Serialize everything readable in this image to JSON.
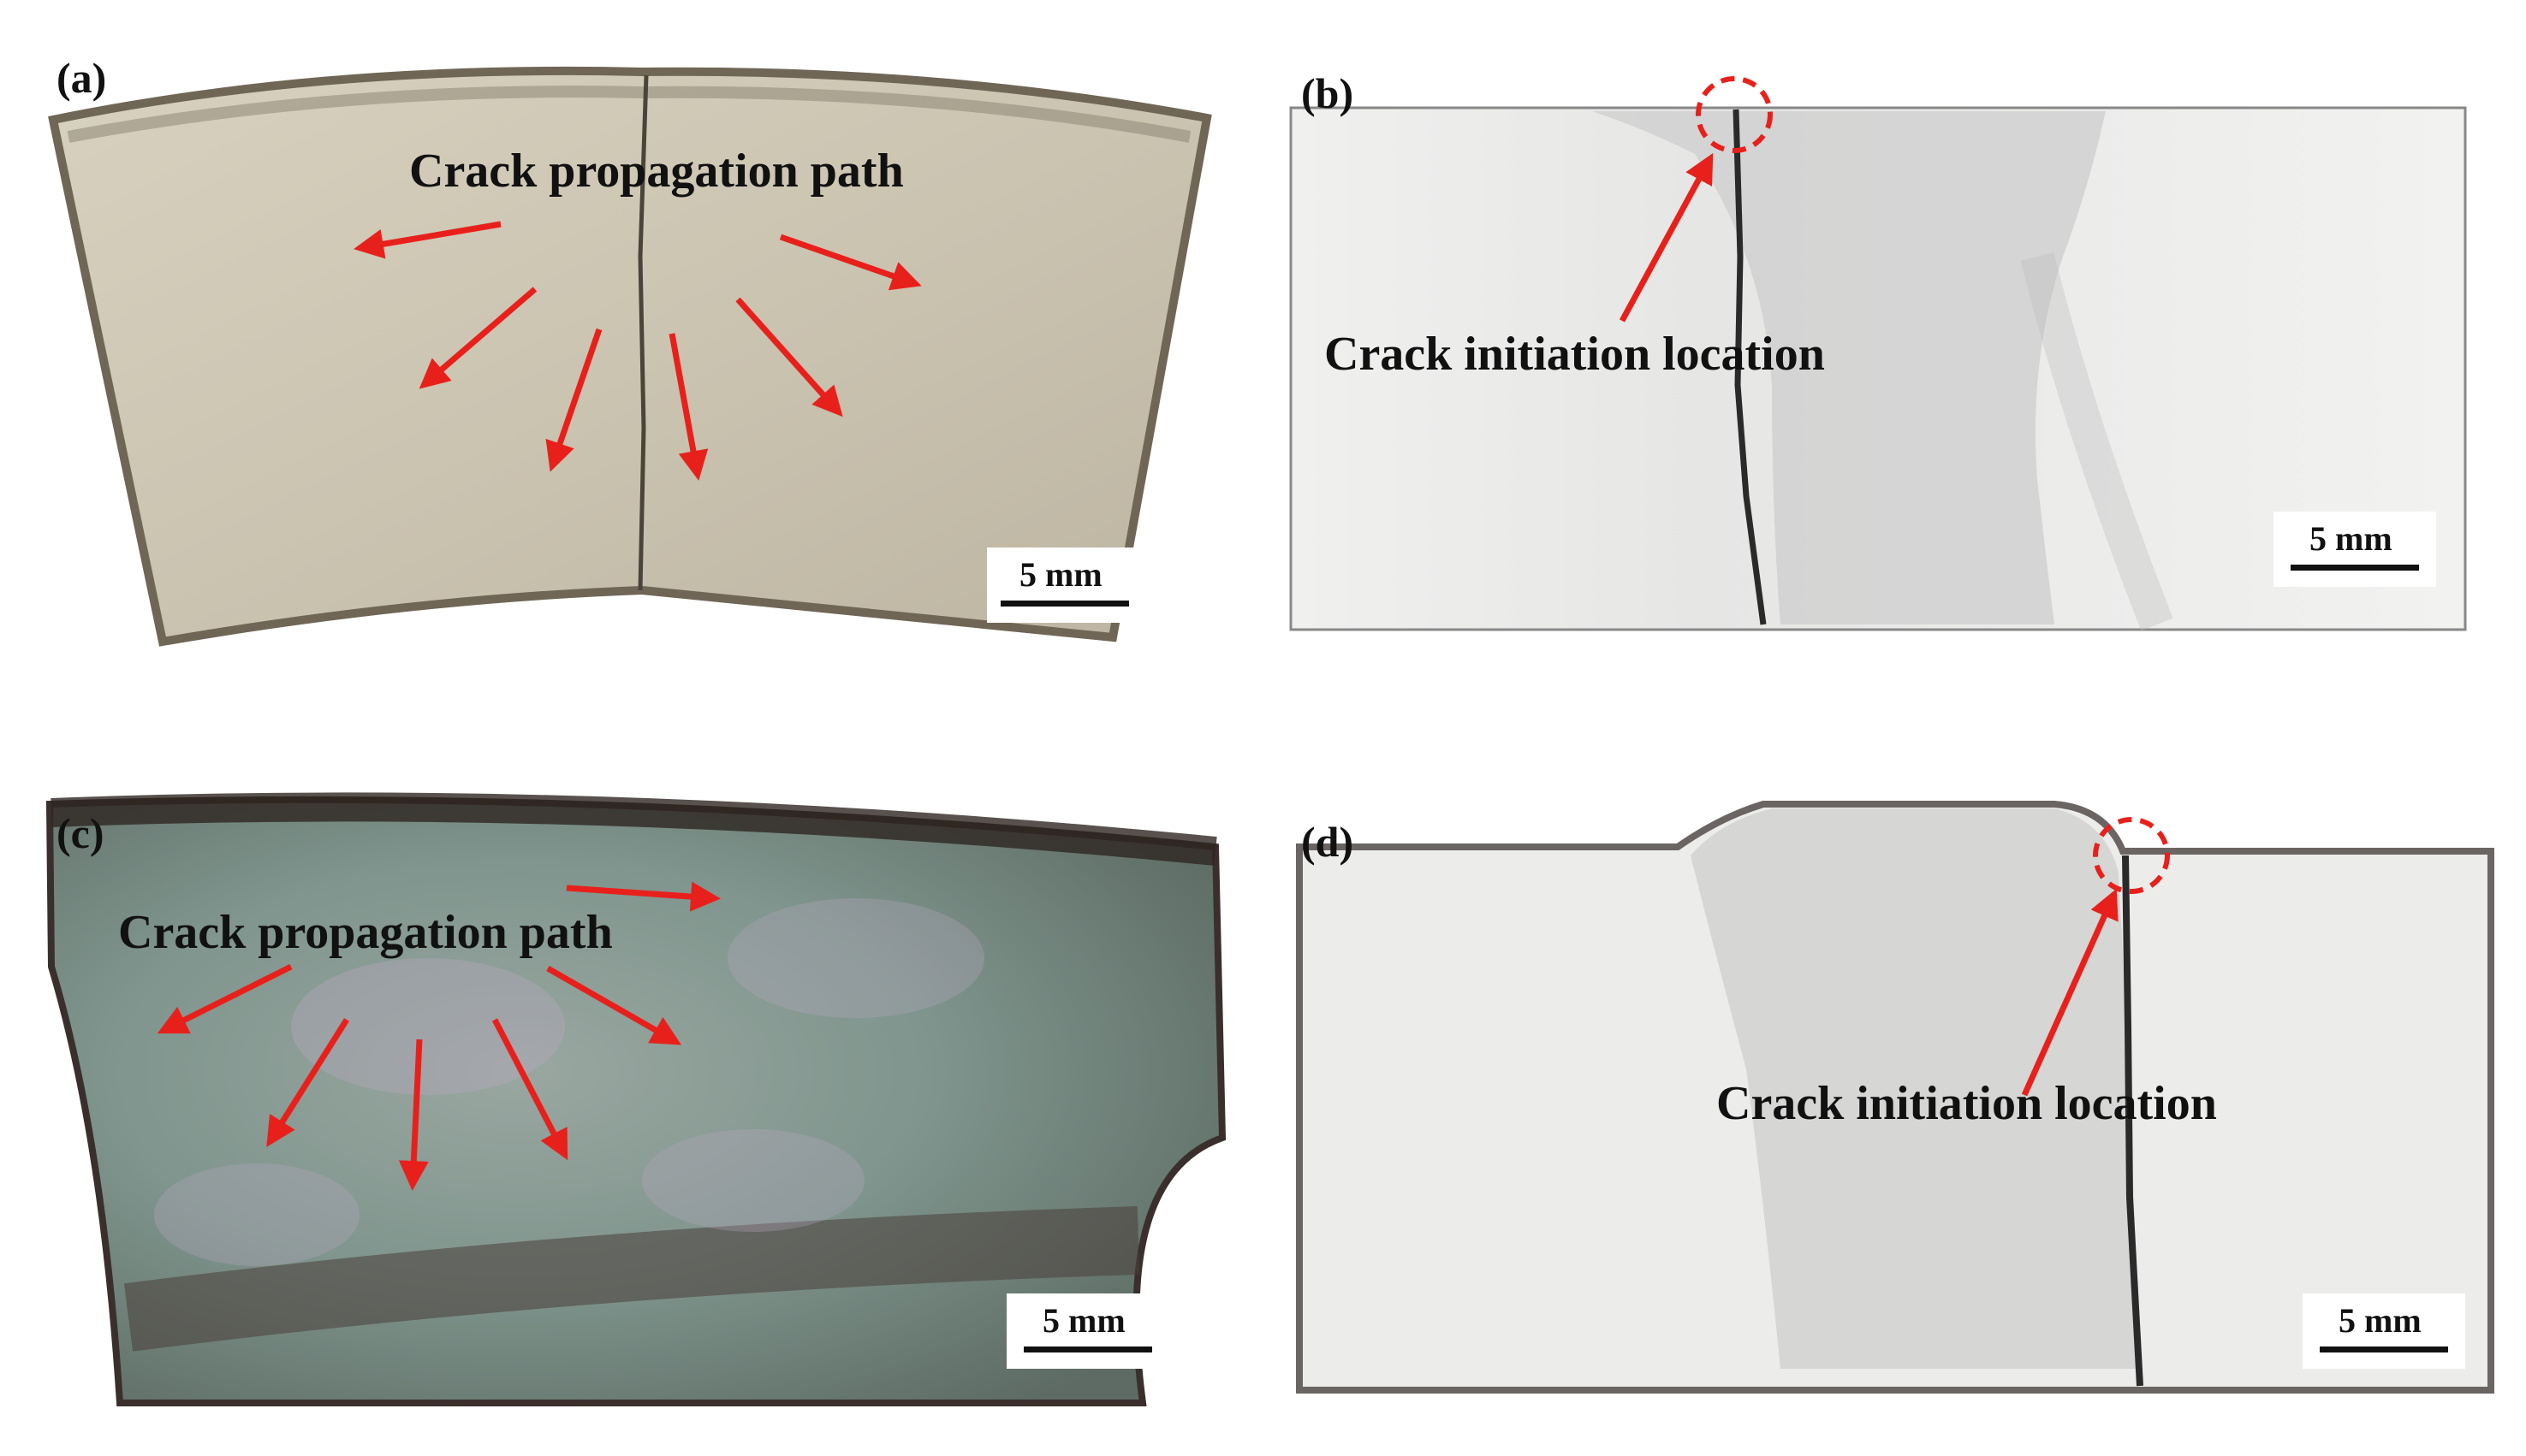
{
  "figure": {
    "panels": [
      {
        "id": "a",
        "label": "(a)",
        "caption": "Crack propagation path",
        "scale": "5 mm",
        "surface_color": "#cdc6b3"
      },
      {
        "id": "b",
        "label": "(b)",
        "caption": "Crack initiation location",
        "scale": "5 mm",
        "surface_color": "#ececeb"
      },
      {
        "id": "c",
        "label": "(c)",
        "caption": "Crack propagation path",
        "scale": "5 mm",
        "surface_color": "#7f958d"
      },
      {
        "id": "d",
        "label": "(d)",
        "caption": "Crack initiation location",
        "scale": "5 mm",
        "surface_color": "#ececeb"
      }
    ],
    "arrow_color": "#e8201c",
    "marker_color": "#e8201c"
  }
}
